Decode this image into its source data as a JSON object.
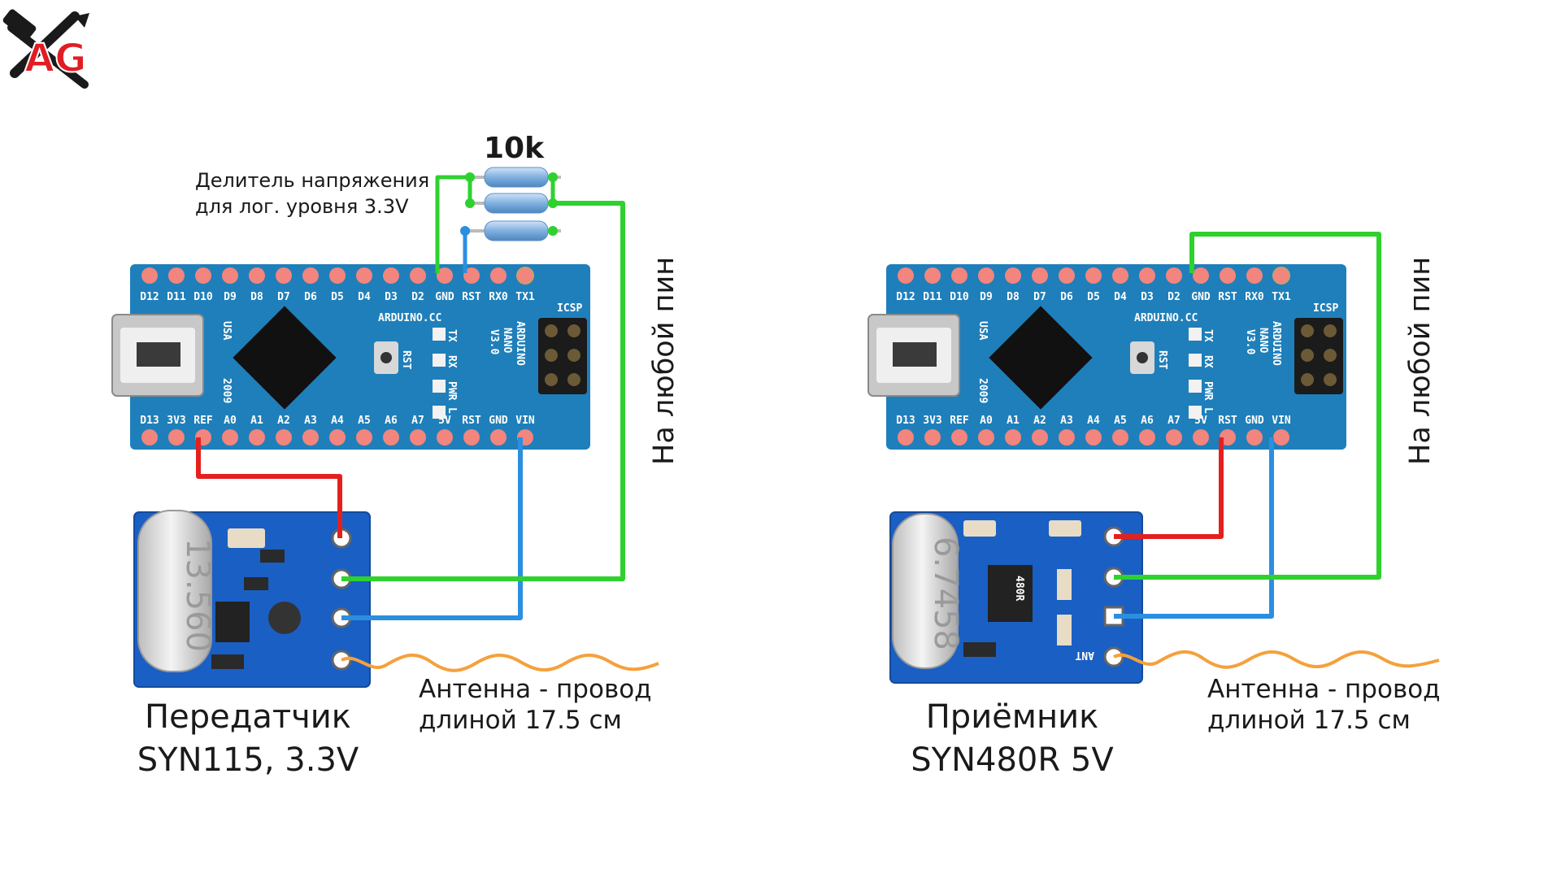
{
  "logo": {
    "text": "AG"
  },
  "resistor_label": "10k",
  "divider_note": [
    "Делитель напряжения",
    "для лог. уровня 3.3V"
  ],
  "side_note": "На любой пин",
  "arduino": {
    "top_pins": [
      "D12",
      "D11",
      "D10",
      "D9",
      "D8",
      "D7",
      "D6",
      "D5",
      "D4",
      "D3",
      "D2",
      "GND",
      "RST",
      "RX0",
      "TX1"
    ],
    "bottom_pins": [
      "D13",
      "3V3",
      "REF",
      "A0",
      "A1",
      "A2",
      "A3",
      "A4",
      "A5",
      "A6",
      "A7",
      "5V",
      "RST",
      "GND",
      "VIN"
    ],
    "brand": "ARDUINO.CC",
    "model": [
      "ARDUINO",
      "NANO",
      "V3.0"
    ],
    "usa": "USA",
    "year": "2009",
    "rst": "RST",
    "icsp": "ICSP",
    "leds": [
      "TX",
      "RX",
      "PWR",
      "L"
    ]
  },
  "transmitter": {
    "crystal": "13.560",
    "caption": [
      "Передатчик",
      "SYN115, 3.3V"
    ],
    "antenna_note": [
      "Антенна - провод",
      "длиной 17.5 см"
    ]
  },
  "receiver": {
    "crystal": "6.7458",
    "chip": "480R",
    "ant_label": "ANT",
    "caption": [
      "Приёмник",
      "SYN480R 5V"
    ],
    "antenna_note": [
      "Антенна - провод",
      "длиной 17.5 см"
    ]
  },
  "colors": {
    "board": "#1f7fba",
    "pad": "#f2857e",
    "red_wire": "#e4201f",
    "green_wire": "#2fd12f",
    "blue_wire": "#2b8fe0",
    "antenna": "#f4a13c"
  }
}
